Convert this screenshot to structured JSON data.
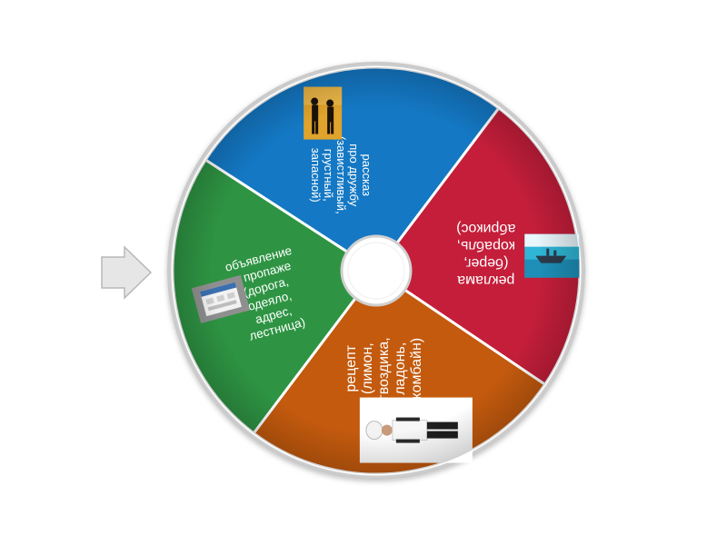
{
  "wheel": {
    "segments": [
      {
        "id": "story",
        "color": "#1478c4",
        "lines": [
          "рассказ",
          "про дружбу",
          "(завистливый,",
          "грустный,",
          "запасной)"
        ],
        "image": "silhouettes-at-sunset"
      },
      {
        "id": "ad",
        "color": "#c41e3a",
        "lines": [
          "реклама",
          "(берег,",
          "корабль,",
          "абрикос)"
        ],
        "image": "sea-ship"
      },
      {
        "id": "recipe",
        "color": "#c35a0e",
        "lines": [
          "рецепт",
          "(лимон,",
          "гвоздика,",
          "ладонь,",
          "комбайн)"
        ],
        "image": "chef"
      },
      {
        "id": "lost",
        "color": "#2e9443",
        "lines": [
          "объявление",
          "о пропаже",
          "(дорога,",
          "одеяло,",
          "адрес,",
          "лестница)"
        ],
        "image": "lost-poster"
      }
    ]
  },
  "pointer": {
    "icon": "arrow-right-icon"
  }
}
